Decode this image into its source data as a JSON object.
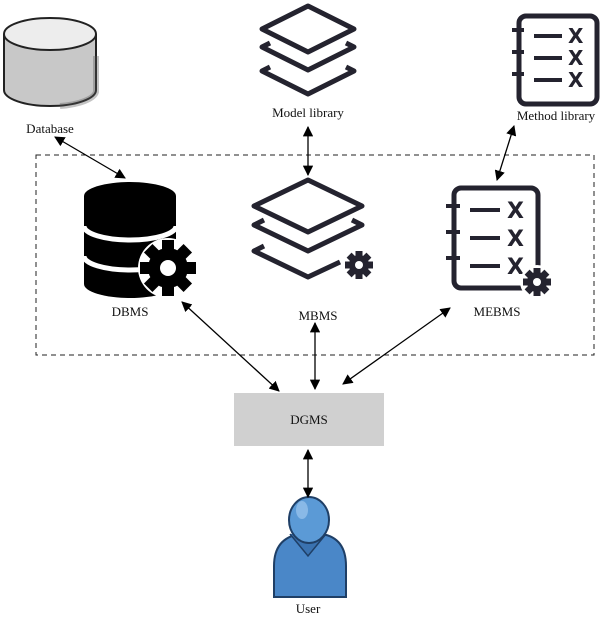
{
  "nodes": {
    "database": {
      "label": "Database"
    },
    "model_library": {
      "label": "Model library"
    },
    "method_library": {
      "label": "Method library"
    },
    "dbms": {
      "label": "DBMS"
    },
    "mbms": {
      "label": "MBMS"
    },
    "mebms": {
      "label": "MEBMS"
    },
    "dgms": {
      "label": "DGMS"
    },
    "user": {
      "label": "User"
    }
  },
  "colors": {
    "icon_dark": "#24232f",
    "icon_black": "#000000",
    "database_gray": "#c8c8c8",
    "dgms_box": "#d0d0d0",
    "user_blue": "#4a87c8",
    "arrow": "#000000"
  },
  "icons": [
    "database-cylinder-icon",
    "layers-icon",
    "checklist-icon",
    "database-gear-icon",
    "layers-gear-icon",
    "checklist-gear-icon",
    "user-icon"
  ]
}
